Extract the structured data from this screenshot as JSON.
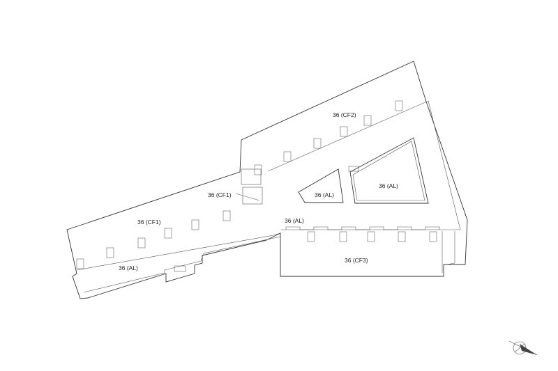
{
  "plan": {
    "labels": {
      "cf2": "36 (CF2)",
      "al_tri_left": "36 (AL)",
      "al_tri_right": "36 (AL)",
      "cf1_small": "36 (CF1)",
      "cf1": "36 (CF1)",
      "al_corridor": "36 (AL)",
      "al_bottom": "36 (AL)",
      "cf3": "36 (CF3)"
    }
  }
}
